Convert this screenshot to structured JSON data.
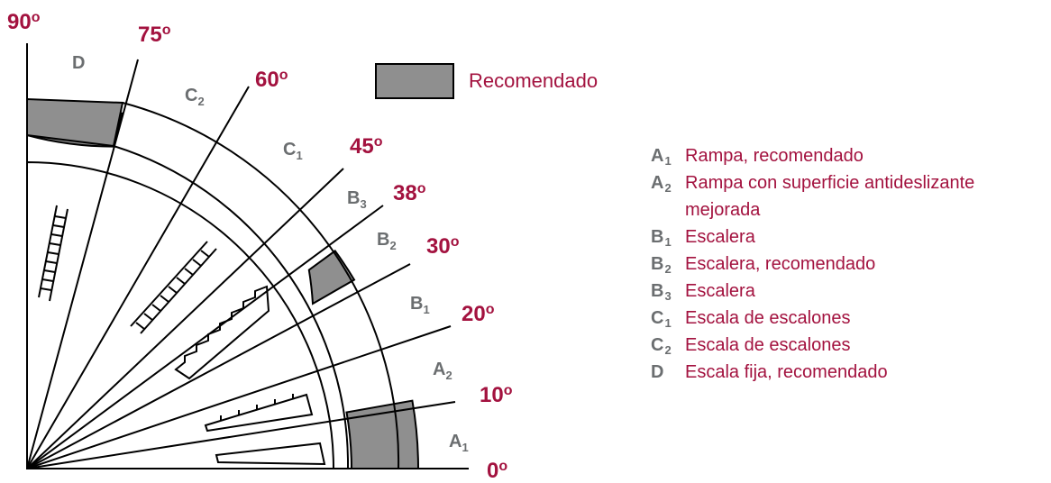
{
  "angles": [
    {
      "id": "a0",
      "value": "0",
      "deg": "o"
    },
    {
      "id": "a10",
      "value": "10",
      "deg": "o"
    },
    {
      "id": "a20",
      "value": "20",
      "deg": "o"
    },
    {
      "id": "a30",
      "value": "30",
      "deg": "o"
    },
    {
      "id": "a38",
      "value": "38",
      "deg": "o"
    },
    {
      "id": "a45",
      "value": "45",
      "deg": "o"
    },
    {
      "id": "a60",
      "value": "60",
      "deg": "o"
    },
    {
      "id": "a75",
      "value": "75",
      "deg": "o"
    },
    {
      "id": "a90",
      "value": "90",
      "deg": "o"
    }
  ],
  "zones": [
    {
      "id": "A1",
      "letter": "A",
      "sub": "1"
    },
    {
      "id": "A2",
      "letter": "A",
      "sub": "2"
    },
    {
      "id": "B1",
      "letter": "B",
      "sub": "1"
    },
    {
      "id": "B2",
      "letter": "B",
      "sub": "2"
    },
    {
      "id": "B3",
      "letter": "B",
      "sub": "3"
    },
    {
      "id": "C1",
      "letter": "C",
      "sub": "1"
    },
    {
      "id": "C2",
      "letter": "C",
      "sub": "2"
    },
    {
      "id": "D",
      "letter": "D",
      "sub": ""
    }
  ],
  "legend_box": {
    "label": "Recomendado",
    "color": "#8f8f8f"
  },
  "legend": [
    {
      "letter": "A",
      "sub": "1",
      "text": "Rampa, recomendado"
    },
    {
      "letter": "A",
      "sub": "2",
      "text": "Rampa con superficie antideslizante mejorada"
    },
    {
      "letter": "B",
      "sub": "1",
      "text": "Escalera"
    },
    {
      "letter": "B",
      "sub": "2",
      "text": "Escalera, recomendado"
    },
    {
      "letter": "B",
      "sub": "3",
      "text": "Escalera"
    },
    {
      "letter": "C",
      "sub": "1",
      "text": "Escala de escalones"
    },
    {
      "letter": "C",
      "sub": "2",
      "text": "Escala de escalones"
    },
    {
      "letter": "D",
      "sub": "",
      "text": "Escala fija, recomendado"
    }
  ],
  "colors": {
    "accent": "#a3123f",
    "zone_label": "#6b6e70",
    "recommended": "#8f8f8f"
  },
  "icons": [
    "fixed-ladder-icon",
    "step-ladder-icon",
    "stair-icon",
    "cleated-ramp-icon",
    "ramp-icon"
  ]
}
